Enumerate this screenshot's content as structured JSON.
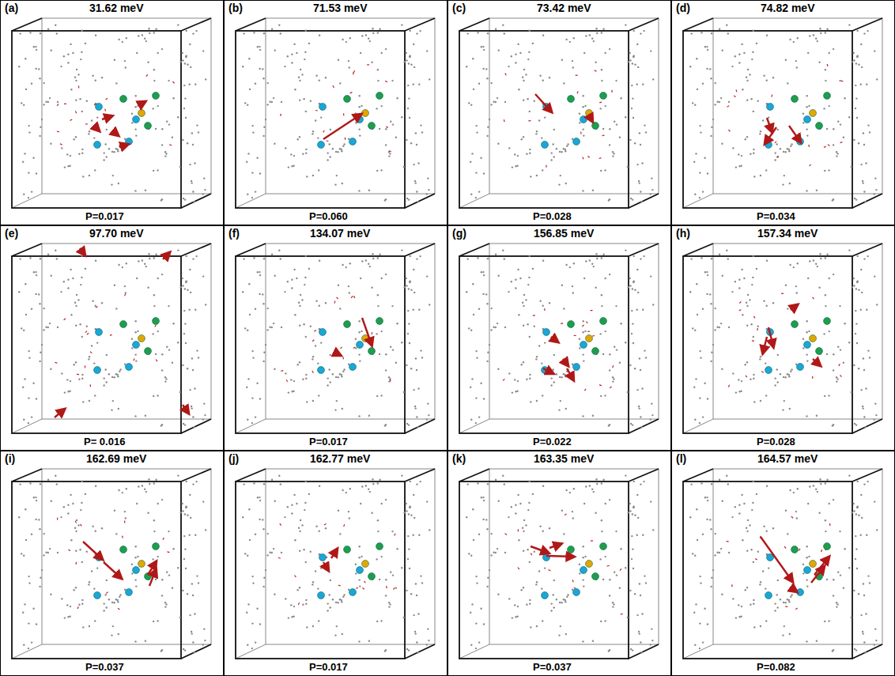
{
  "diagram": {
    "nodes": [
      {
        "text": [
          "(a)",
          "31.62 meV",
          "P=0.017"
        ]
      },
      {
        "text": [
          "(b)",
          "71.53 meV",
          "P=0.060"
        ]
      },
      {
        "text": [
          "(c)",
          "73.42 meV",
          "P=0.028"
        ]
      },
      {
        "text": [
          "(d)",
          "74.82 meV",
          "P=0.034"
        ]
      },
      {
        "text": [
          "(e)",
          "97.70 meV",
          "P= 0.016"
        ]
      },
      {
        "text": [
          "(f)",
          "134.07 meV",
          "P=0.017"
        ]
      },
      {
        "text": [
          "(g)",
          "156.85 meV",
          "P=0.022"
        ]
      },
      {
        "text": [
          "(h)",
          "157.34 meV",
          "P=0.028"
        ]
      },
      {
        "text": [
          "(i)",
          "162.69 meV",
          "P=0.037"
        ]
      },
      {
        "text": [
          "(j)",
          "162.77 meV",
          "P=0.017"
        ]
      },
      {
        "text": [
          "(k)",
          "163.35 meV",
          "P=0.037"
        ]
      },
      {
        "text": [
          "(l)",
          "164.57 meV",
          "P=0.082"
        ]
      }
    ]
  }
}
